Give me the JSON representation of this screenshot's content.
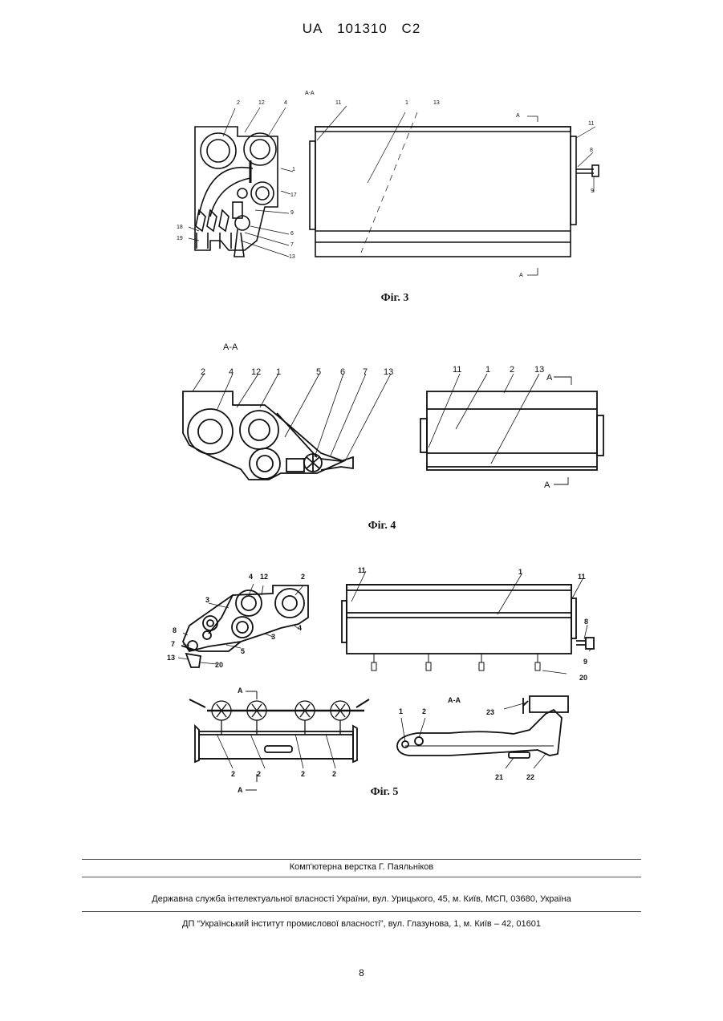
{
  "header": {
    "country": "UA",
    "number": "101310",
    "kind": "C2"
  },
  "figures": {
    "fig3": {
      "caption": "Фіг. 3",
      "section": "А-А",
      "section_mark": "А",
      "labels": {
        "l2": "2",
        "l12": "12",
        "l4": "4",
        "l1": "1",
        "l17": "17",
        "l9": "9",
        "l6": "6",
        "l7": "7",
        "l13": "13",
        "l18": "18",
        "l19": "19",
        "r11a": "11",
        "r1": "1",
        "r13": "13",
        "r11b": "11",
        "r8": "8",
        "r9": "9"
      }
    },
    "fig4": {
      "caption": "Фіг. 4",
      "section": "А-А",
      "section_mark": "А",
      "labels": {
        "l2": "2",
        "l4": "4",
        "l12": "12",
        "l1": "1",
        "l5": "5",
        "l6": "6",
        "l7": "7",
        "l13": "13",
        "r11": "11",
        "r1": "1",
        "r2": "2",
        "r13": "13"
      }
    },
    "fig5": {
      "caption": "Фіг. 5",
      "section": "А-А",
      "section_mark": "А",
      "labels": {
        "l4": "4",
        "l12": "12",
        "l2": "2",
        "l3a": "3",
        "l3b": "3",
        "l4b": "4",
        "l8": "8",
        "l7": "7",
        "l5": "5",
        "l13": "13",
        "l20": "20",
        "r11a": "11",
        "r1": "1",
        "r11b": "11",
        "r8": "8",
        "r9": "9",
        "r20": "20",
        "b2a": "2",
        "b2b": "2",
        "b2c": "2",
        "b2d": "2",
        "s1": "1",
        "s2": "2",
        "s23": "23",
        "s21": "21",
        "s22": "22"
      }
    }
  },
  "footer": {
    "line1": "Комп'ютерна верстка Г. Паяльніков",
    "line2": "Державна служба інтелектуальної власності України, вул. Урицького, 45, м. Київ, МСП, 03680, Україна",
    "line3": "ДП “Український інститут промислової власності”, вул. Глазунова, 1, м. Київ – 42, 01601"
  },
  "page_number": "8"
}
